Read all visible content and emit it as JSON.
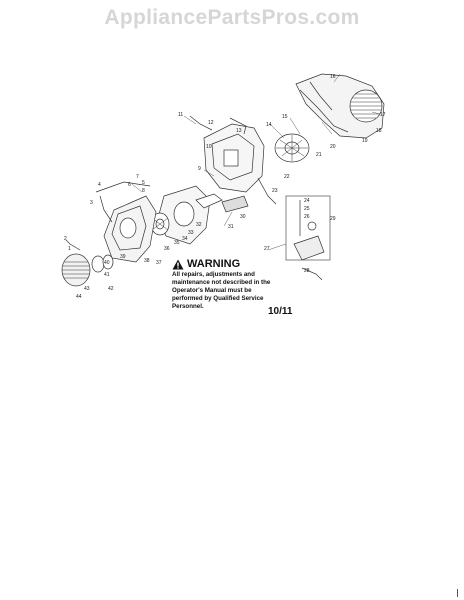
{
  "watermark": "AppliancePartsPros.com",
  "warning": {
    "title": "WARNING",
    "text": "All repairs, adjustments and maintenance not described in the Operator's Manual must be performed by Qualified Service Personnel."
  },
  "revision": "10/11",
  "part_labels": [
    "1",
    "2",
    "3",
    "4",
    "5",
    "6",
    "7",
    "8",
    "9",
    "10",
    "11",
    "12",
    "13",
    "14",
    "15",
    "16",
    "17",
    "18",
    "19",
    "20",
    "21",
    "22",
    "23",
    "24",
    "25",
    "26",
    "27",
    "28",
    "29",
    "30",
    "31",
    "32",
    "33",
    "34",
    "35",
    "36",
    "37",
    "38",
    "39",
    "40",
    "41",
    "42",
    "43",
    "44"
  ]
}
